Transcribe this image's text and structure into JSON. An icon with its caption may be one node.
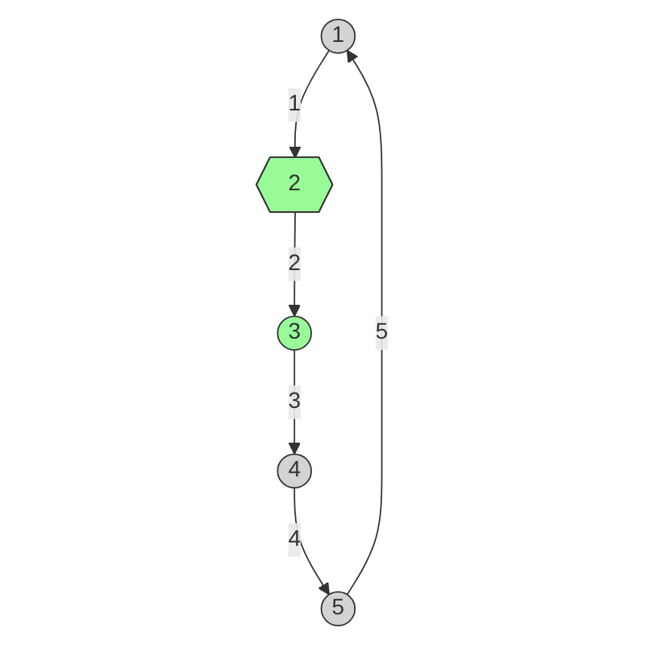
{
  "diagram": {
    "nodes": [
      {
        "text": [
          "1"
        ]
      },
      {
        "text": [
          "2"
        ]
      },
      {
        "text": [
          "3"
        ]
      },
      {
        "text": [
          "4"
        ]
      },
      {
        "text": [
          "5"
        ]
      }
    ],
    "edges": [
      {
        "from": 0,
        "to": 1,
        "arrow": "to",
        "label": "1"
      },
      {
        "from": 1,
        "to": 2,
        "arrow": "to",
        "label": "2"
      },
      {
        "from": 2,
        "to": 3,
        "arrow": "to",
        "label": "3"
      },
      {
        "from": 3,
        "to": 4,
        "arrow": "to",
        "label": "4"
      },
      {
        "from": 4,
        "to": 0,
        "arrow": "to",
        "label": "5"
      }
    ]
  }
}
